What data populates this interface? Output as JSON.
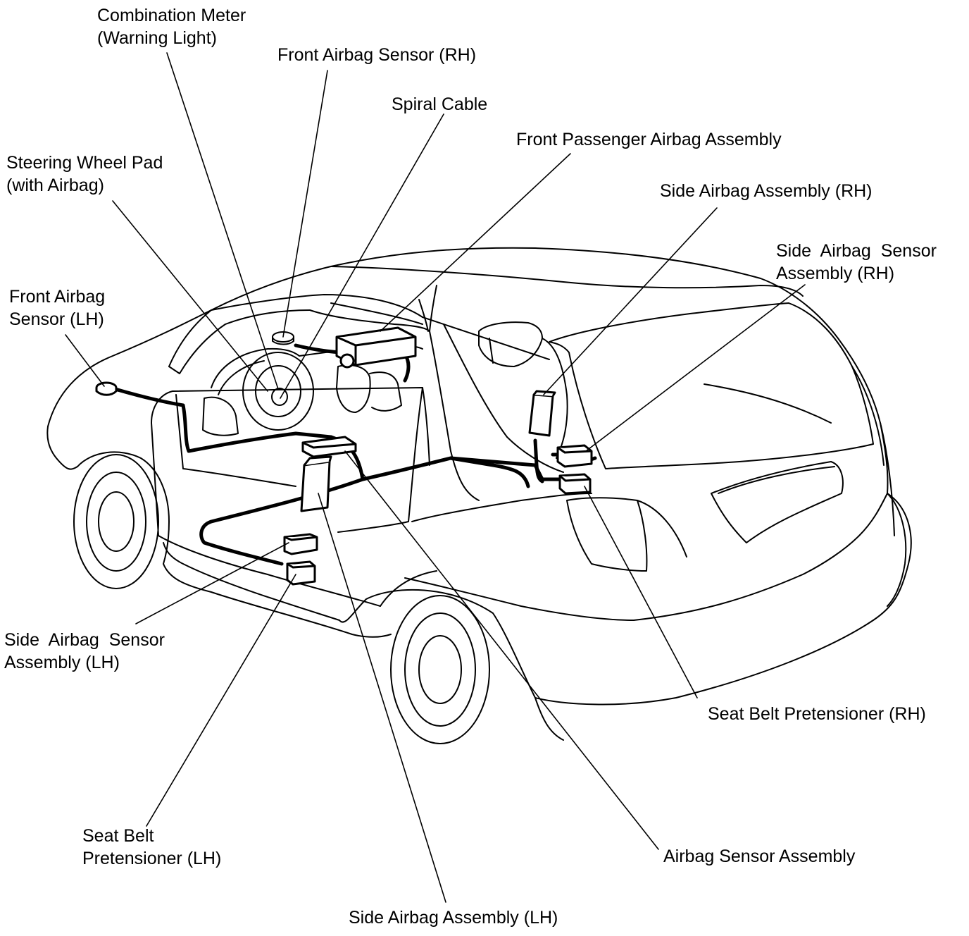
{
  "colors": {
    "ink": "#000000",
    "paper": "#ffffff"
  },
  "labels": {
    "combination_meter": [
      "Combination Meter",
      "(Warning Light)"
    ],
    "front_airbag_sensor_rh": [
      "Front Airbag Sensor (RH)"
    ],
    "spiral_cable": [
      "Spiral Cable"
    ],
    "front_passenger_airbag": [
      "Front Passenger Airbag Assembly"
    ],
    "steering_wheel_pad": [
      "Steering Wheel Pad",
      "(with Airbag)"
    ],
    "side_airbag_assembly_rh": [
      "Side Airbag Assembly (RH)"
    ],
    "side_airbag_sensor_rh": [
      "Side  Airbag  Sensor",
      "Assembly (RH)"
    ],
    "front_airbag_sensor_lh": [
      "Front Airbag",
      "Sensor (LH)"
    ],
    "side_airbag_sensor_lh": [
      "Side  Airbag  Sensor",
      "Assembly (LH)"
    ],
    "seat_belt_pretensioner_rh": [
      "Seat Belt Pretensioner (RH)"
    ],
    "seat_belt_pretensioner_lh": [
      "Seat Belt",
      "Pretensioner (LH)"
    ],
    "airbag_sensor_assembly": [
      "Airbag Sensor Assembly"
    ],
    "side_airbag_assembly_lh": [
      "Side Airbag Assembly (LH)"
    ]
  }
}
